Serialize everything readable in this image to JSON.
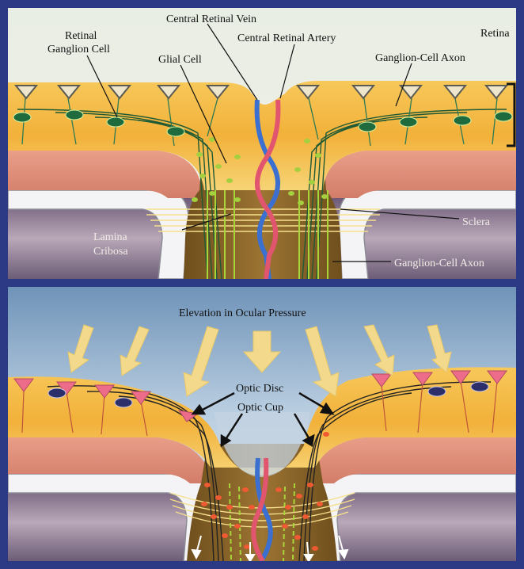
{
  "top_panel": {
    "labels": {
      "retinal_ganglion_cell": [
        "Retinal",
        "Ganglion Cell"
      ],
      "glial_cell": "Glial Cell",
      "central_retinal_vein": "Central Retinal Vein",
      "central_retinal_artery": "Central Retinal Artery",
      "ganglion_cell_axon_upper": "Ganglion-Cell Axon",
      "retina": "Retina",
      "sclera": "Sclera",
      "lamina_cribosa": [
        "Lamina",
        "Cribosa"
      ],
      "ganglion_cell_axon_lower": "Ganglion-Cell Axon"
    }
  },
  "bottom_panel": {
    "labels": {
      "elevation": "Elevation in Ocular Pressure",
      "optic_disc": "Optic Disc",
      "optic_cup": "Optic Cup"
    }
  },
  "colors": {
    "frame": "#2c3a86",
    "retina": "#f2b13a",
    "choroid": "#e2907a",
    "sclera": "#f2f2f4",
    "nerve": "#8a6326",
    "vein": "#3b6fd0",
    "artery": "#e2556e",
    "axon_green": "#9fd23a",
    "ganglion_cell": "#1f6b3e",
    "pressure_arrow": "#f3d98c",
    "damaged_cell": "#2c2f6a",
    "glial_red": "#ef5a33"
  }
}
